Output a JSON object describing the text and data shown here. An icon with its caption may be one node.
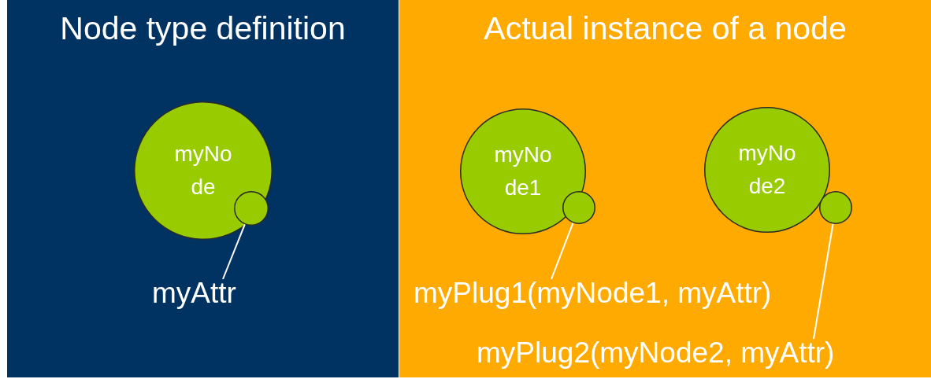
{
  "diagram": {
    "nodes": [
      {
        "text": [
          "Node type definition"
        ]
      },
      {
        "text": [
          "myNode"
        ],
        "in": 0
      },
      {
        "text": [],
        "shape": "circle",
        "in": 1
      },
      {
        "text": [
          "myAttr"
        ],
        "in": 0
      },
      {
        "text": [
          "Actual instance of a node"
        ]
      },
      {
        "text": [
          "myNode1"
        ],
        "in": 4
      },
      {
        "text": [],
        "shape": "circle",
        "in": 4
      },
      {
        "text": [
          "myNode2"
        ],
        "in": 4
      },
      {
        "text": [],
        "shape": "circle",
        "in": 4
      },
      {
        "text": [
          "myPlug1(myNode1, myAttr)"
        ],
        "in": 4
      },
      {
        "text": [
          "myPlug2(myNode2, myAttr)"
        ],
        "in": 4
      }
    ],
    "edges": [
      {
        "from": 3,
        "to": 2,
        "arrow": "none"
      },
      {
        "from": 9,
        "to": 6,
        "arrow": "none"
      },
      {
        "from": 10,
        "to": 8,
        "arrow": "none"
      }
    ]
  }
}
